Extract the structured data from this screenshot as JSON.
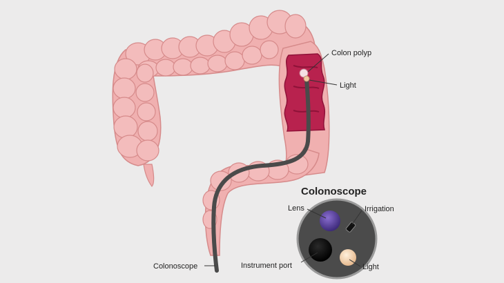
{
  "diagram": {
    "labels": {
      "colon_polyp": "Colon polyp",
      "light_top": "Light",
      "colonoscope": "Colonoscope"
    },
    "inset": {
      "title": "Colonoscope",
      "lens": "Lens",
      "irrigation": "Irrigation",
      "instrument_port": "Instrument port",
      "light": "Light"
    }
  },
  "colors": {
    "background": "#ecebeb",
    "colon": "#f0b0b0",
    "colon_dark": "#d68a8a",
    "colon_interior": "#b8224e",
    "scope_tube": "#4a4a4a",
    "scope_face": "#4b4b4b",
    "lens": "#5b3a9a",
    "light": "#f2c7a0"
  }
}
